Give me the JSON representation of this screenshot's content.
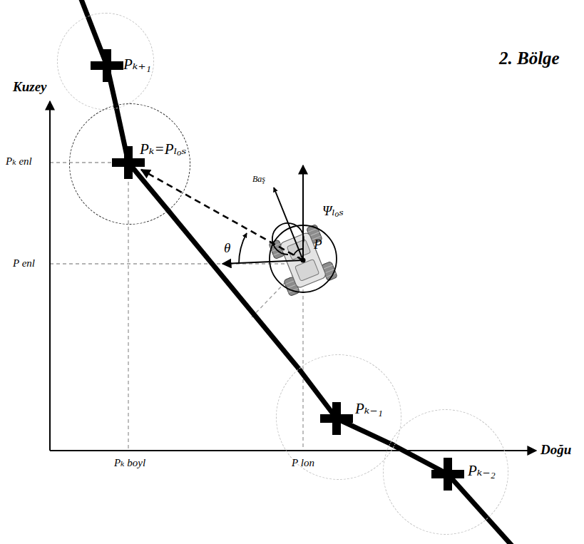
{
  "diagram": {
    "nodes": [
      {
        "text": [
          "Pₖ₊₁"
        ]
      },
      {
        "text": [
          "Pₖ=Pₗₒₛ"
        ]
      },
      {
        "text": [
          "Pₖ₋₁"
        ]
      },
      {
        "text": [
          "Pₖ₋₂"
        ]
      }
    ],
    "edges": [
      {
        "from": 0,
        "to": 1,
        "arrow": "none"
      },
      {
        "from": 1,
        "to": 2,
        "arrow": "none"
      },
      {
        "from": 2,
        "to": 3,
        "arrow": "none"
      }
    ],
    "labels": [
      "2. Bölge",
      "Kuzey",
      "Doğu",
      "Pₖ enl",
      "P enl",
      "Pₖ boyl",
      "P lon",
      "Baş",
      "θ",
      "Ψₗₒₛ",
      "P"
    ]
  }
}
